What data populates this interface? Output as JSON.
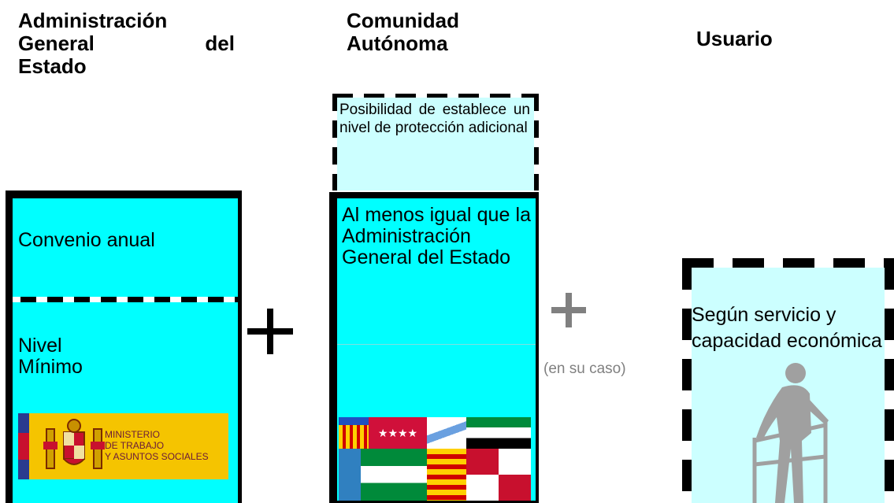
{
  "columns": {
    "age": {
      "title": "Administración General del Estado",
      "title_lines": [
        "Administración",
        "General del",
        "Estado"
      ]
    },
    "ca": {
      "title": "Comunidad Autónoma",
      "title_lines": [
        "Comunidad",
        "Autónoma"
      ]
    },
    "user": {
      "title": "Usuario"
    }
  },
  "age_box": {
    "top_text": "Convenio anual",
    "bottom_text": "Nivel Mínimo",
    "logo_lines": [
      "MINISTERIO",
      "DE TRABAJO",
      "Y ASUNTOS SOCIALES"
    ]
  },
  "ca_box": {
    "additional_text": "Posibilidad de establece un nivel de protección adicional",
    "main_text": "Al menos igual que la Administración General del Estado"
  },
  "operators": {
    "plus1": "+",
    "plus2": "+",
    "optional_note": "(en su caso)"
  },
  "user_box": {
    "text": "Según servicio y capacidad económica"
  },
  "colors": {
    "cyan": "#00ffff",
    "pale_cyan": "#ccffff",
    "gray": "#808080"
  }
}
